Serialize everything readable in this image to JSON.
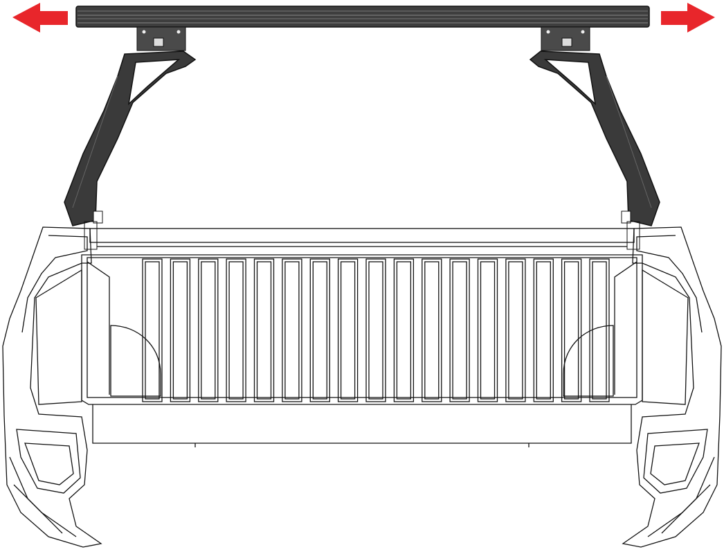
{
  "diagram": {
    "arrows": [
      {
        "name": "arrow-left-icon",
        "direction": "left"
      },
      {
        "name": "arrow-right-icon",
        "direction": "right"
      }
    ],
    "bed_rib_count": 17,
    "colors": {
      "arrow": "#e8262b",
      "crossbar": "#3e3e3e",
      "crossbar_dark": "#1a1a1a",
      "upright": "#3a3a3a",
      "line": "#111111",
      "background": "#ffffff"
    }
  }
}
